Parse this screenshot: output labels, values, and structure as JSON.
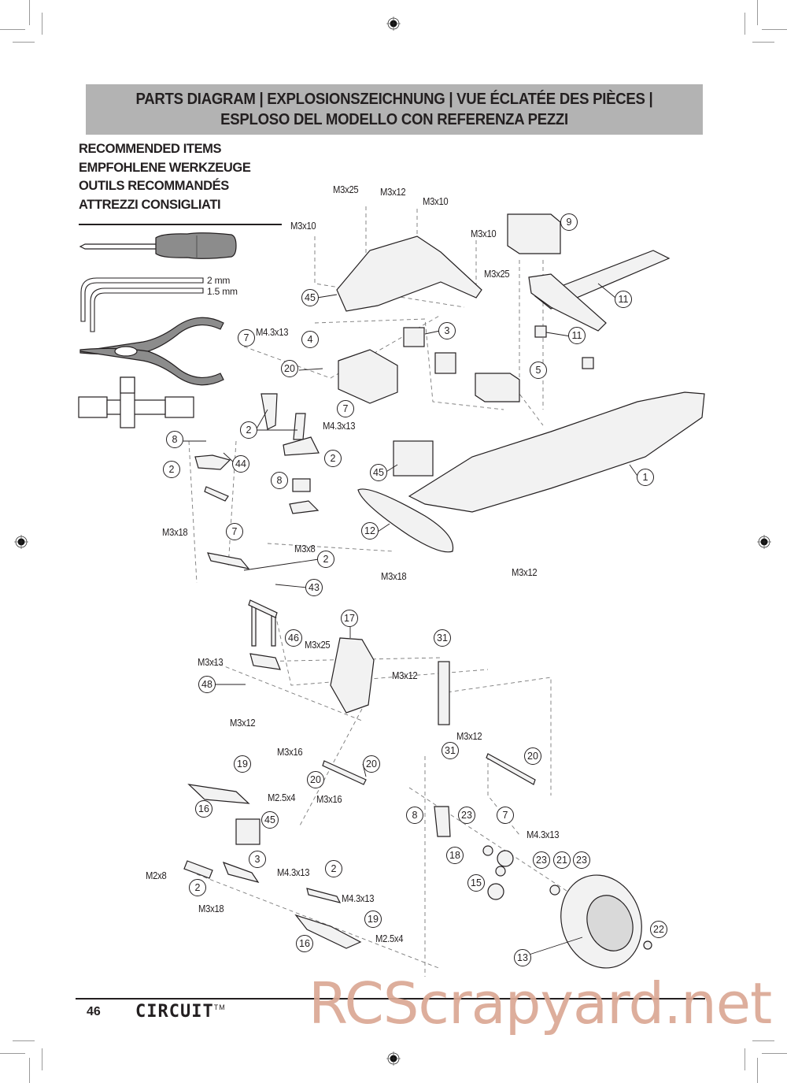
{
  "header": {
    "title_line1": "PARTS DIAGRAM | EXPLOSIONSZEICHNUNG | VUE ÉCLATÉE DES PIÈCES |",
    "title_line2": "ESPLOSO DEL MODELLO CON REFERENZA PEZZI",
    "band_color": "#b3b3b3"
  },
  "recommended_items": {
    "headings": [
      "RECOMMENDED ITEMS",
      "EMPFOHLENE WERKZEUGE",
      "OUTILS RECOMMANDÉS",
      "ATTREZZI CONSIGLIATI"
    ],
    "tools": [
      {
        "name": "phillips-screwdriver",
        "label": ""
      },
      {
        "name": "hex-wrench",
        "label": "2 mm"
      },
      {
        "name": "hex-wrench",
        "label": "1.5 mm"
      },
      {
        "name": "needle-nose-pliers",
        "label": ""
      },
      {
        "name": "cross-wrench",
        "label": ""
      }
    ]
  },
  "hardware_labels": [
    "M3x25",
    "M3x12",
    "M3x10",
    "M3x10",
    "M3x10",
    "M3x25",
    "M4.3x13",
    "M4.3x13",
    "M3x18",
    "M3x8",
    "M3x18",
    "M3x12",
    "M3x25",
    "M3x13",
    "M3x12",
    "M3x12",
    "M3x12",
    "M3x16",
    "M3x16",
    "M2.5x4",
    "M4.3x13",
    "M2x8",
    "M4.3x13",
    "M4.3x13",
    "M3x18",
    "M2.5x4"
  ],
  "callouts": [
    "45",
    "9",
    "11",
    "11",
    "3",
    "7",
    "4",
    "20",
    "5",
    "7",
    "2",
    "8",
    "44",
    "2",
    "2",
    "45",
    "1",
    "8",
    "12",
    "7",
    "2",
    "43",
    "17",
    "46",
    "31",
    "48",
    "31",
    "19",
    "20",
    "20",
    "16",
    "45",
    "20",
    "8",
    "23",
    "7",
    "3",
    "2",
    "18",
    "15",
    "23",
    "21",
    "23",
    "2",
    "19",
    "16",
    "13",
    "22"
  ],
  "footer": {
    "page_number": "46",
    "brand": "CIRCUIT",
    "trademark": "TM",
    "watermark": "RCScrapyard.net",
    "watermark_color": "#dba894"
  }
}
